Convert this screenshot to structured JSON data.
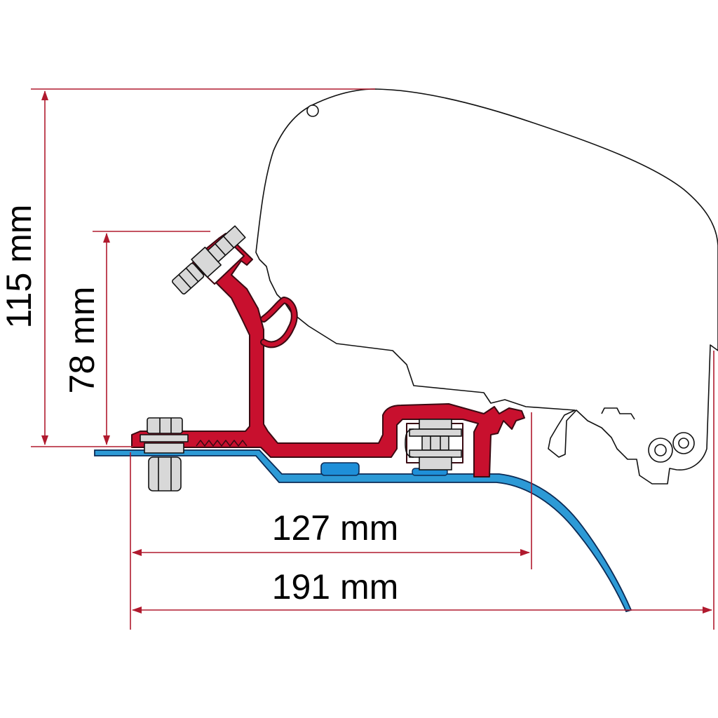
{
  "dimensions": {
    "height_total": {
      "label": "115 mm"
    },
    "height_bracket": {
      "label": "78 mm"
    },
    "width_bracket": {
      "label": "127 mm"
    },
    "width_total": {
      "label": "191 mm"
    }
  },
  "colors": {
    "dimension_line": "#b01a2e",
    "bracket_fill": "#c8102e",
    "bracket_stroke": "#3a0a12",
    "roof_fill": "#2d9ad6",
    "roof_stroke": "#0b2a55",
    "roof_pad": "#1e8fd8",
    "outline": "#111111",
    "hardware": "#d8d8d8"
  },
  "icons": {
    "awning_case": "awning-case-outline",
    "bracket": "mounting-bracket-profile",
    "roof": "vehicle-roof-profile",
    "bolt": "hex-bolt",
    "clamp": "clamp-hardware"
  }
}
